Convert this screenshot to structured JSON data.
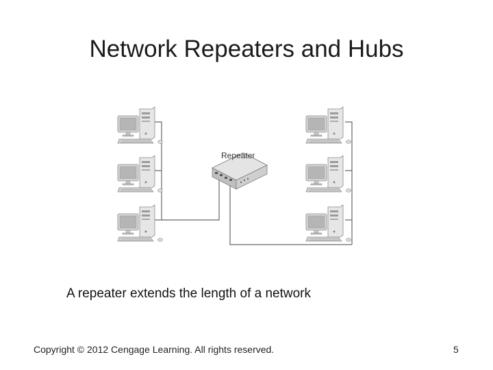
{
  "slide": {
    "title": "Network Repeaters and Hubs",
    "caption": "A repeater extends the length of a network",
    "copyright": "Copyright © 2012 Cengage Learning. All rights reserved.",
    "page_number": "5"
  },
  "diagram": {
    "device_label": "Repeater",
    "device_icon": "repeater-icon",
    "workstation_icon": "workstation-icon",
    "left_workstations": 3,
    "right_workstations": 3
  }
}
